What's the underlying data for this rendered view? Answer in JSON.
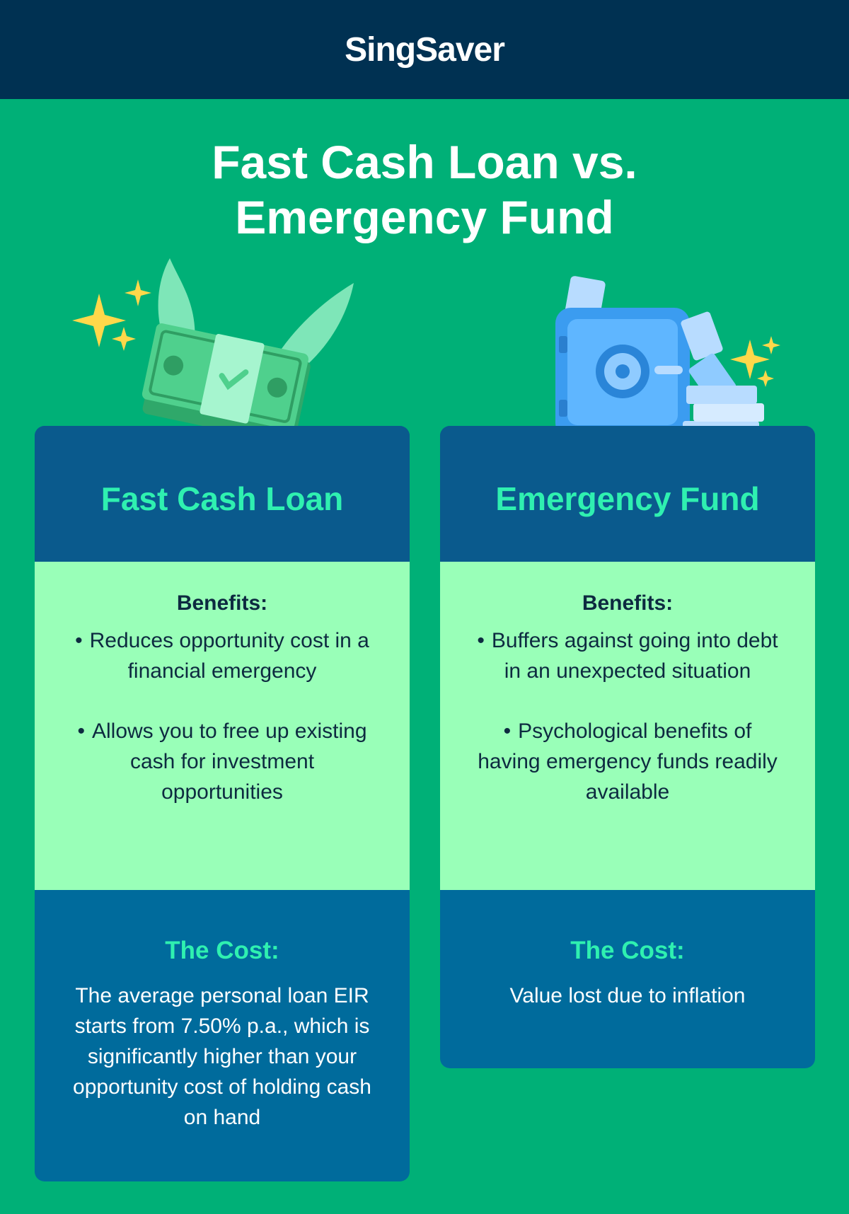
{
  "header": {
    "logo_text": "SingSaver"
  },
  "title": {
    "line1": "Fast Cash Loan vs.",
    "line2": "Emergency Fund"
  },
  "cards": [
    {
      "title": "Fast Cash Loan",
      "benefits_title": "Benefits:",
      "benefits": [
        "Reduces opportunity cost in a financial emergency",
        "Allows you to free up existing cash for investment opportunities"
      ],
      "cost_title": "The Cost:",
      "cost_text": "The average personal loan EIR starts from 7.50% p.a., which is significantly higher than your opportunity cost of holding cash on hand"
    },
    {
      "title": "Emergency Fund",
      "benefits_title": "Benefits:",
      "benefits": [
        "Buffers against going into debt in an unexpected situation",
        "Psychological benefits of having emergency funds readily available"
      ],
      "cost_title": "The Cost:",
      "cost_text": "Value lost due to inflation"
    }
  ],
  "colors": {
    "background": "#00b077",
    "header": "#003152",
    "card_head": "#0a5a8d",
    "card_body": "#006b9c",
    "benefits_bg": "#99ffb8",
    "accent": "#2ff0b0"
  },
  "icons": [
    "flying-money-icon",
    "safe-icon",
    "sparkle-icon",
    "coin-icon"
  ]
}
